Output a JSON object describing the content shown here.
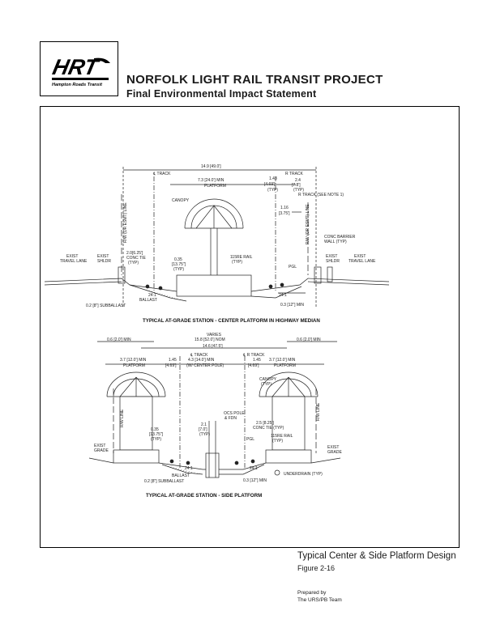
{
  "header": {
    "logo_text": "HRT",
    "logo_subtext": "Hampton Roads Transit",
    "title": "NORFOLK LIGHT RAIL TRANSIT PROJECT",
    "subtitle": "Final Environmental Impact Statement"
  },
  "diagram_top": {
    "caption": "TYPICAL AT-GRADE STATION - CENTER PLATFORM IN HIGHWAY MEDIAN",
    "labels": {
      "overall_width": "14.9 [49.0']",
      "track_cl": "℄ TRACK",
      "platform_dim": "7.3 [24.0'] MIN",
      "platform": "PLATFORM",
      "dim_143": "1.43",
      "dim_143b": "[4.69']",
      "typ1": "(TYP)",
      "r_track": "R TRACK",
      "dim_24": "2.4",
      "dim_24b": "[7.8']",
      "typ2": "(TYP)",
      "r_track_note": "R TRACK (SEE NOTE 1)",
      "canopy": "CANOPY",
      "dim_116": "1.16",
      "dim_116b": "[3.75']",
      "row_left": "R/W (OR ESMT) LINE",
      "row_right": "R/W (OR ESMT) LINE",
      "conc_barrier": "CONC BARRIER",
      "wall_typ": "WALL (TYP)",
      "exist_travel_l1": "EXIST",
      "exist_travel_l2": "TRAVEL LANE",
      "exist_shldr_l1": "EXIST",
      "exist_shldr_l2": "SHLDR",
      "conc_tie1": "2.0[6.25']",
      "conc_tie2": "CONC TIE",
      "conc_tie3": "(TYP)",
      "dim_035a": "0.35",
      "dim_035b": "[13.75\"]",
      "dim_035c": "(TYP)",
      "rail_115": "115RE RAIL",
      "rail_typ": "(TYP)",
      "pgl": "PGL",
      "exist_shldr_r1": "EXIST",
      "exist_shldr_r2": "SHLDR",
      "exist_travel_r1": "EXIST",
      "exist_travel_r2": "TRAVEL LANE",
      "slope_left": "24:1",
      "ballast": "BALLAST",
      "subballast": "0.2 [8\"] SUBBALLAST",
      "slope_right": "24:1",
      "min_03": "0.3 [12\"] MIN"
    }
  },
  "diagram_bottom": {
    "caption": "TYPICAL AT-GRADE STATION - SIDE PLATFORM",
    "labels": {
      "varies1": "VARIES",
      "varies2": "15.8 [52.0'] NOM",
      "overall": "14.6 [47.5']",
      "min_06_left": "0.6 [2.0'] MIN",
      "min_06_right": "0.6 [2.0'] MIN",
      "l_track": "℄ TRACK",
      "r_track": "℄ R TRACK",
      "plat_left_dim": "3.7 [12.0'] MIN",
      "plat_left": "PLATFORM",
      "dim_145a": "1.45",
      "dim_145b": "[4.69']",
      "center_dim": "4.3 [14.0'] MIN",
      "center_pole": "(W/ CENTER POLE)",
      "dim_145c": "1.45",
      "dim_145d": "[4.69']",
      "plat_right_dim": "3.7 [12.0'] MIN",
      "plat_right": "PLATFORM",
      "canopy": "CANOPY",
      "canopy_typ": "(TYP)",
      "row_left": "R/W LINE",
      "row_right": "R/W LINE",
      "ocs1": "OCS POLE",
      "ocs2": "& FDN",
      "dim_21a": "2.1",
      "dim_21b": "[7.0']",
      "dim_21c": "(TYP)",
      "conc_tie1": "2.5 [8.25']",
      "conc_tie2": "CONC TIE (TYP)",
      "dim_035a": "0.35",
      "dim_035b": "[13.75\"]",
      "dim_035c": "(TYP)",
      "pgl": "PGL",
      "rail1": "115RE RAIL",
      "rail2": "(TYP)",
      "exist_grade_l1": "EXIST",
      "exist_grade_l2": "GRADE",
      "exist_grade_r1": "EXIST",
      "exist_grade_r2": "GRADE",
      "slope_left": "24:1",
      "slope_right": "24:1",
      "ballast": "BALLAST",
      "subballast": "0.2 [8\"] SUBBALLAST",
      "underdrain": "UNDERDRAIN (TYP)",
      "min_03": "0.3 [12\"] MIN"
    }
  },
  "footer": {
    "figure_title": "Typical Center & Side Platform Design",
    "figure_number": "Figure 2-16",
    "prepared_by": "Prepared by",
    "team": "The URS/PB Team"
  }
}
